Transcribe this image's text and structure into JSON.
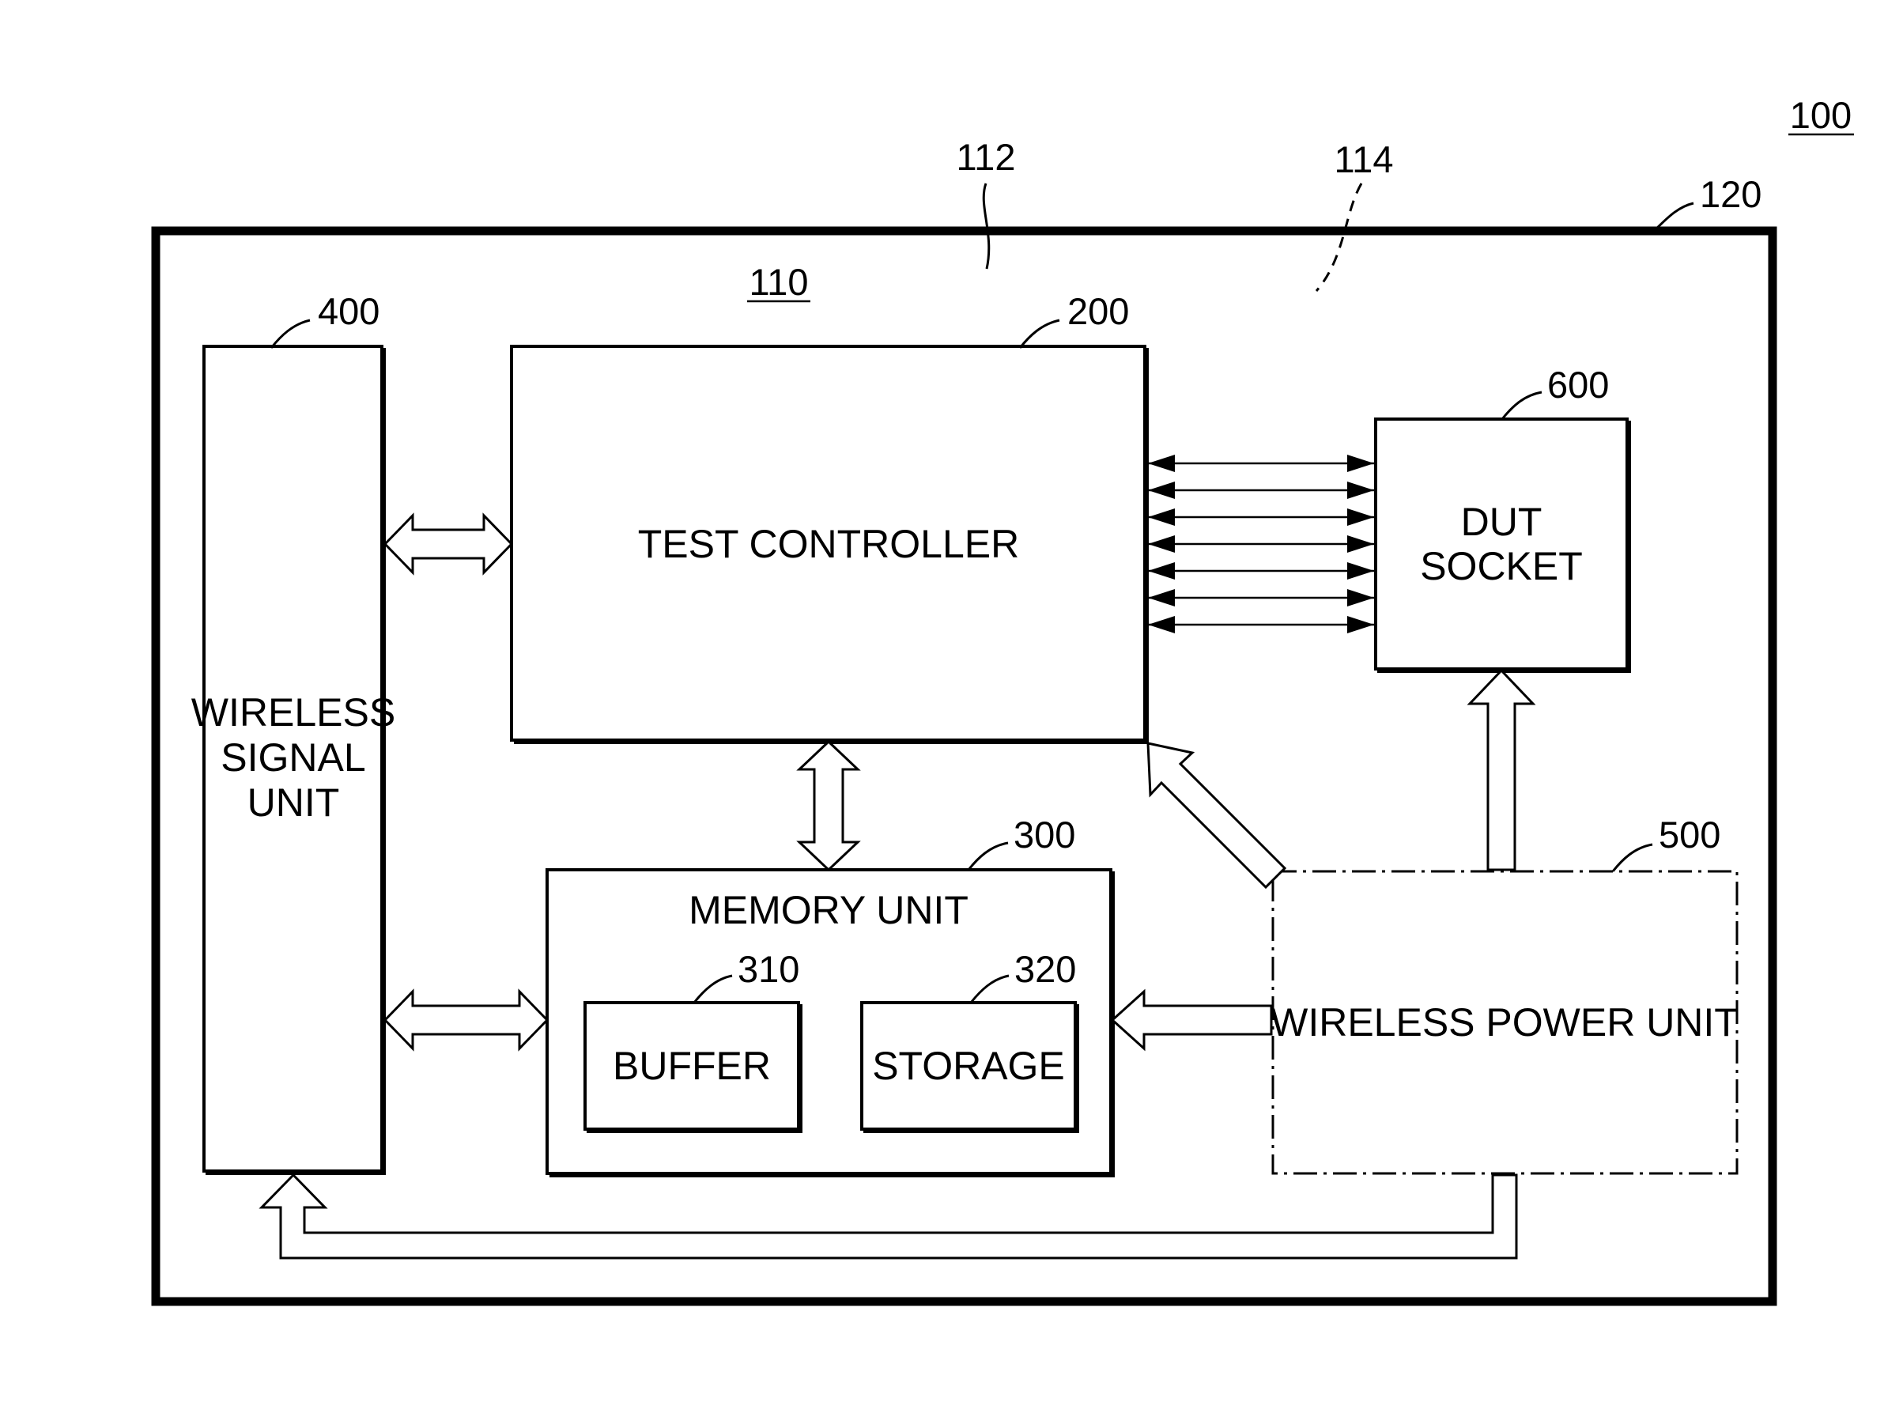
{
  "figure_number": "100",
  "references": {
    "r112": "112",
    "r114": "114",
    "r120": "120",
    "r110": "110",
    "r200": "200",
    "r300": "300",
    "r310": "310",
    "r320": "320",
    "r400": "400",
    "r500": "500",
    "r600": "600"
  },
  "blocks": {
    "test_controller": "TEST CONTROLLER",
    "dut_socket": [
      "DUT",
      "SOCKET"
    ],
    "wireless_signal_unit": [
      "WIRELESS",
      "SIGNAL",
      "UNIT"
    ],
    "memory_unit": "MEMORY UNIT",
    "buffer": "BUFFER",
    "storage": "STORAGE",
    "wireless_power_unit": "WIRELESS POWER UNIT"
  },
  "connections": {
    "controller_to_socket_lines": 7
  }
}
